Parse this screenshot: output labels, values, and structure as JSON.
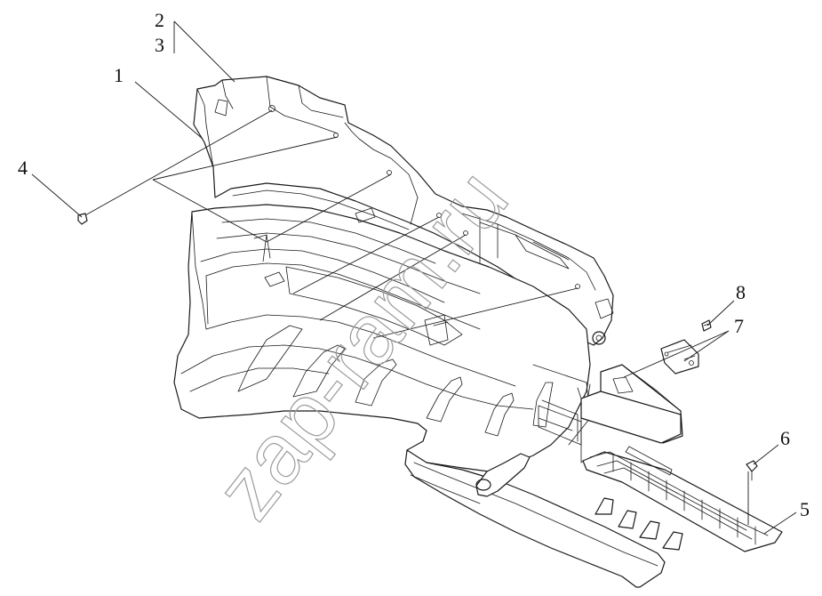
{
  "diagram": {
    "callouts": [
      {
        "id": "callout-1",
        "label": "1"
      },
      {
        "id": "callout-2",
        "label": "2"
      },
      {
        "id": "callout-3",
        "label": "3"
      },
      {
        "id": "callout-4",
        "label": "4"
      },
      {
        "id": "callout-5",
        "label": "5"
      },
      {
        "id": "callout-6",
        "label": "6"
      },
      {
        "id": "callout-7",
        "label": "7"
      },
      {
        "id": "callout-8",
        "label": "8"
      }
    ],
    "watermark": "zap-ram.ru"
  }
}
